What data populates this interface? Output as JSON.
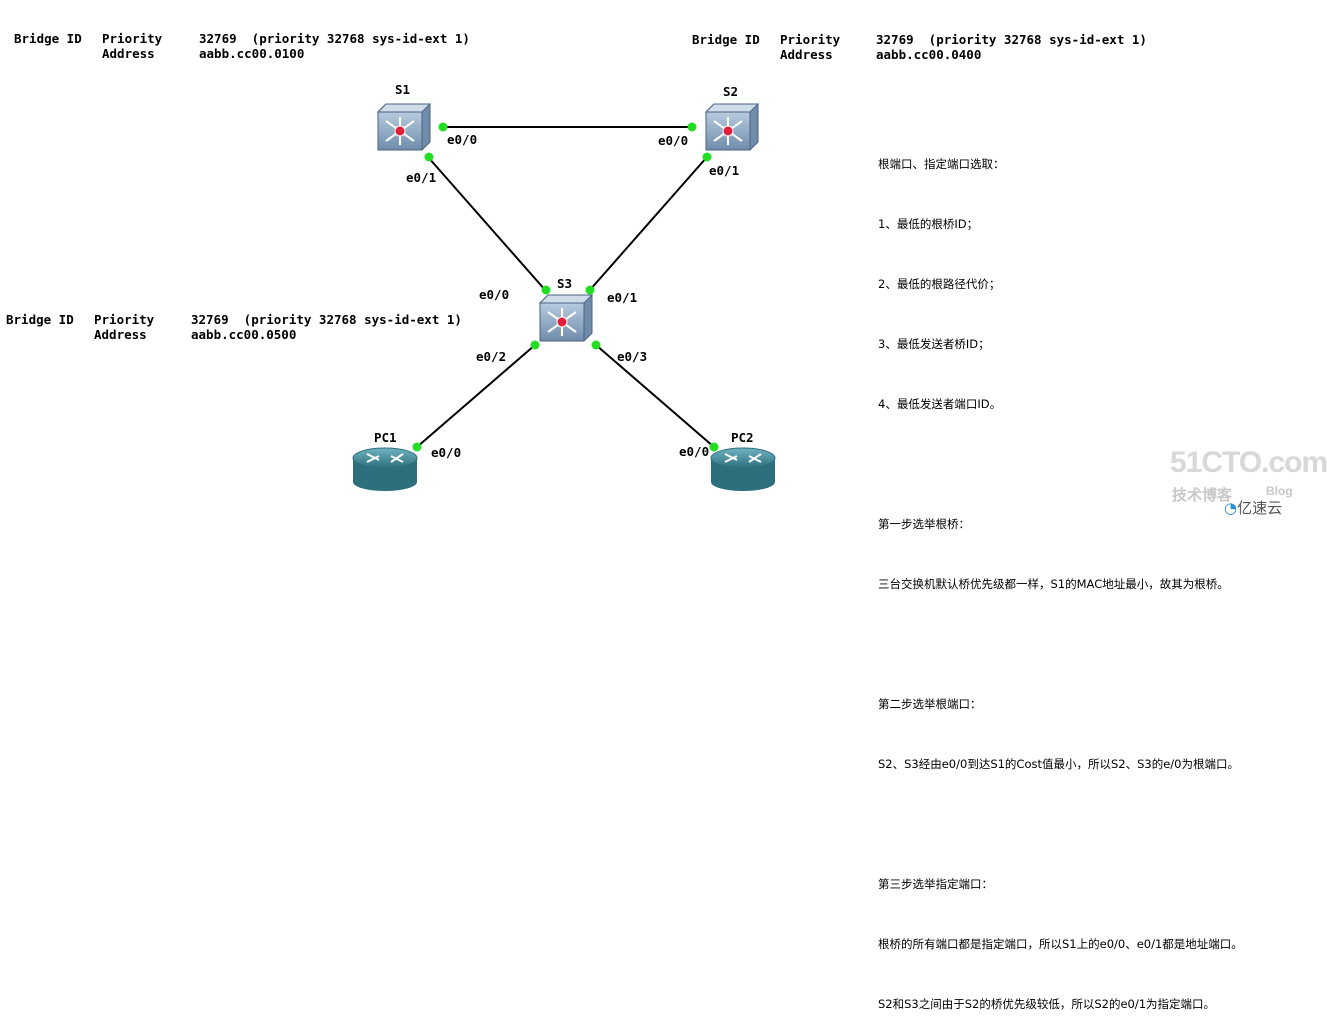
{
  "bridges": {
    "s1": {
      "label": "Bridge ID",
      "priority_label": "Priority",
      "priority_value": "32769  (priority 32768 sys-id-ext 1)",
      "address_label": "Address",
      "address_value": "aabb.cc00.0100"
    },
    "s2": {
      "label": "Bridge ID",
      "priority_label": "Priority",
      "priority_value": "32769  (priority 32768 sys-id-ext 1)",
      "address_label": "Address",
      "address_value": "aabb.cc00.0400"
    },
    "s3": {
      "label": "Bridge ID",
      "priority_label": "Priority",
      "priority_value": "32769  (priority 32768 sys-id-ext 1)",
      "address_label": "Address",
      "address_value": "aabb.cc00.0500"
    }
  },
  "devices": {
    "s1": "S1",
    "s2": "S2",
    "s3": "S3",
    "pc1": "PC1",
    "pc2": "PC2"
  },
  "ports": {
    "s1_e00": "e0/0",
    "s1_e01": "e0/1",
    "s2_e00": "e0/0",
    "s2_e01": "e0/1",
    "s3_e00": "e0/0",
    "s3_e01": "e0/1",
    "s3_e02": "e0/2",
    "s3_e03": "e0/3",
    "pc1_e00": "e0/0",
    "pc2_e00": "e0/0"
  },
  "notes": {
    "title": "根端口、指定端口选取：",
    "rules": [
      "1、最低的根桥ID；",
      "2、最低的根路径代价；",
      "3、最低发送者桥ID；",
      "4、最低发送者端口ID。"
    ],
    "step1_title": "第一步选举根桥：",
    "step1_text": "三台交换机默认桥优先级都一样，S1的MAC地址最小，故其为根桥。",
    "step2_title": "第二步选举根端口：",
    "step2_text": "S2、S3经由e0/0到达S1的Cost值最小，所以S2、S3的e/0为根端口。",
    "step3_title": "第三步选举指定端口：",
    "step3_line1": "根桥的所有端口都是指定端口，所以S1上的e0/0、e0/1都是地址端口。",
    "step3_line2": "S2和S3之间由于S2的桥优先级较低，所以S2的e0/1为指定端口。"
  },
  "watermark": {
    "site": "51CTO.com",
    "sub": "技术博客",
    "blog": "Blog",
    "brand": "亿速云"
  },
  "colors": {
    "link": "#000000",
    "port_dot": "#22dd22",
    "switch_body": "#8fa9c4",
    "router_body": "#3f8a9a"
  }
}
